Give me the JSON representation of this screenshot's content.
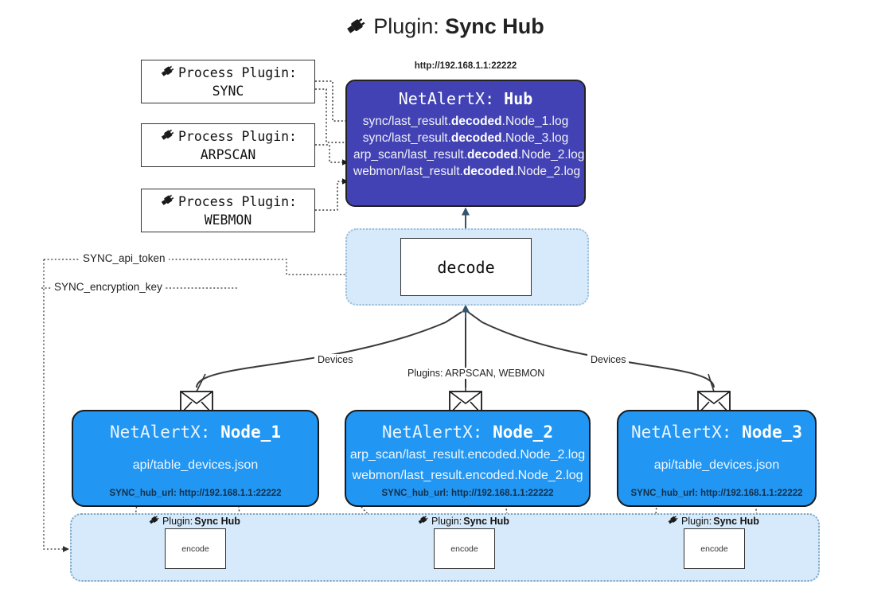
{
  "title": {
    "icon": "plug-icon",
    "prefix": "Plugin:",
    "name": "Sync Hub"
  },
  "process_plugins": [
    {
      "icon": "plug-icon",
      "line1": "Process Plugin:",
      "line2": "SYNC"
    },
    {
      "icon": "plug-icon",
      "line1": "Process Plugin:",
      "line2": "ARPSCAN"
    },
    {
      "icon": "plug-icon",
      "line1": "Process Plugin:",
      "line2": "WEBMON"
    }
  ],
  "hub": {
    "url_label": "http://192.168.1.1:22222",
    "title_prefix": "NetAlertX:",
    "title_name": "Hub",
    "logs": [
      {
        "pre": "sync/last_result.",
        "em": "decoded",
        "post": ".Node_1.log"
      },
      {
        "pre": "sync/last_result.",
        "em": "decoded",
        "post": ".Node_3.log"
      },
      {
        "pre": "arp_scan/last_result.",
        "em": "decoded",
        "post": ".Node_2.log"
      },
      {
        "pre": "webmon/last_result.",
        "em": "decoded",
        "post": ".Node_2.log"
      }
    ]
  },
  "decode": {
    "label": "decode"
  },
  "params": [
    {
      "label": "SYNC_api_token"
    },
    {
      "label": "SYNC_encryption_key"
    }
  ],
  "edge_labels": {
    "left": "Devices",
    "center": "Plugins: ARPSCAN, WEBMON",
    "right": "Devices"
  },
  "nodes": [
    {
      "title_prefix": "NetAlertX:",
      "title_name": "Node_1",
      "lines": [
        "api/table_devices.json"
      ],
      "footer": "SYNC_hub_url: http://192.168.1.1:22222"
    },
    {
      "title_prefix": "NetAlertX:",
      "title_name": "Node_2",
      "lines": [
        "arp_scan/last_result.encoded.Node_2.log",
        "webmon/last_result.encoded.Node_2.log"
      ],
      "footer": "SYNC_hub_url: http://192.168.1.1:22222"
    },
    {
      "title_prefix": "NetAlertX:",
      "title_name": "Node_3",
      "lines": [
        "api/table_devices.json"
      ],
      "footer": "SYNC_hub_url: http://192.168.1.1:22222"
    }
  ],
  "encoders": [
    {
      "label_prefix": "Plugin:",
      "label_name": "Sync Hub",
      "box": "encode"
    },
    {
      "label_prefix": "Plugin:",
      "label_name": "Sync Hub",
      "box": "encode"
    },
    {
      "label_prefix": "Plugin:",
      "label_name": "Sync Hub",
      "box": "encode"
    }
  ],
  "colors": {
    "hub_fill": "#4242b5",
    "node_fill": "#2196f3",
    "panel_fill": "#d6eafb",
    "stroke": "#1a1a1a"
  }
}
